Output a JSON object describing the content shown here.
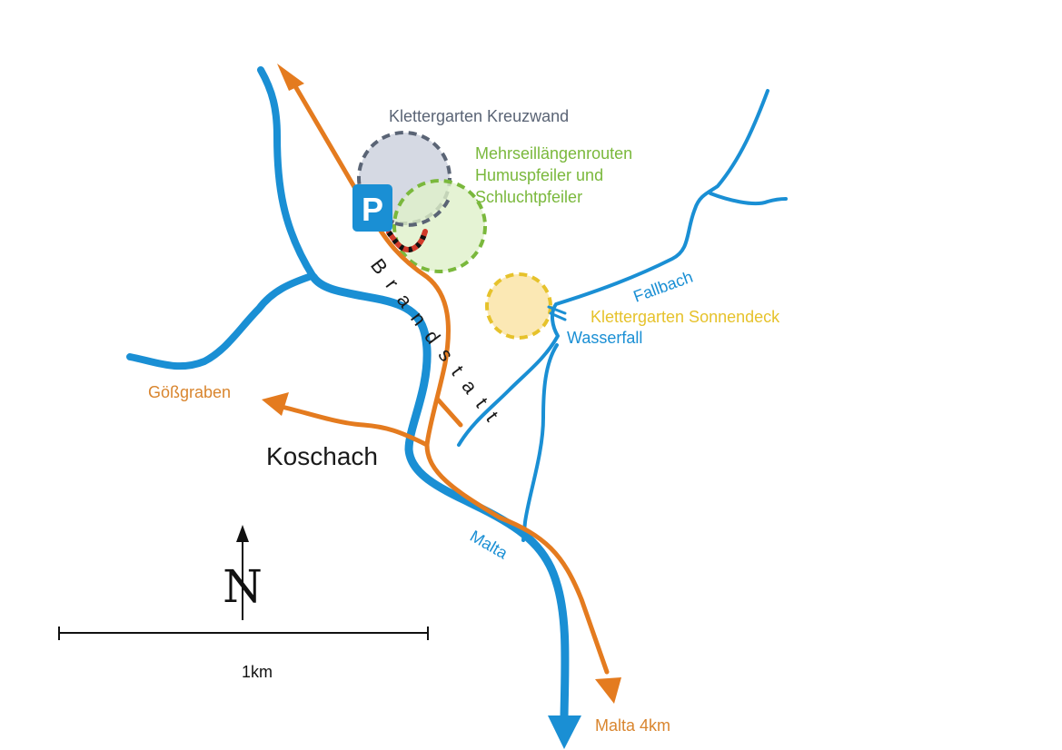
{
  "map": {
    "colors": {
      "river": "#1a8fd4",
      "road": "#e47b1f",
      "kreuzwand": "#5a6475",
      "kreuzwand_fill": "#d5d9e3",
      "mehrseil": "#7ab83c",
      "mehrseil_fill": "#dff0c9",
      "sonnendeck": "#e6c22b",
      "sonnendeck_fill": "#fbe8b4",
      "parking": "#1a8fd4",
      "trail": "#d13a2a",
      "text_dark": "#1a1a1a"
    },
    "labels": {
      "kreuzwand": "Klettergarten Kreuzwand",
      "mehrseil_line1": "Mehrseillängenrouten",
      "mehrseil_line2": "Humuspfeiler und",
      "mehrseil_line3": "Schluchtpfeiler",
      "sonnendeck": "Klettergarten Sonnendeck",
      "fallbach": "Fallbach",
      "wasserfall": "Wasserfall",
      "brandstatt": "Brandstatt",
      "goessgraben": "Gößgraben",
      "koschach": "Koschach",
      "malta_river": "Malta",
      "malta_road": "Malta 4km",
      "parking": "P",
      "north": "N",
      "scale": "1km"
    }
  }
}
